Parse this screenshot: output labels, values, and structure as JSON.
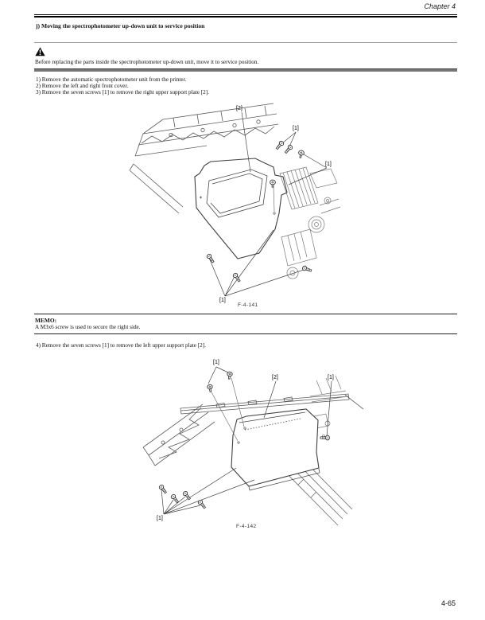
{
  "page": {
    "chapter": "Chapter 4",
    "number": "4-65"
  },
  "section": {
    "heading": "j) Moving the spectrophotometer up-down unit to service position"
  },
  "warning": {
    "text": "Before replacing the parts inside the spectrophotometer up-down unit, move it to service position."
  },
  "steps": [
    "1) Remove the automatic spectrophotometer unit from the printer.",
    "2) Remove the left and right front cover.",
    "3) Remove the seven screws [1] to remove the right upper support plate [2]."
  ],
  "figure1": {
    "caption": "F-4-141",
    "labels": {
      "part": "[2]",
      "screws_top": "[1]",
      "screws_right": "[1]",
      "screws_bottom": "[1]"
    }
  },
  "memo": {
    "title": "MEMO:",
    "text": "A M3x6 screw is used to secure the right side."
  },
  "step4": "4) Remove the seven screws [1] to remove the left upper support plate [2].",
  "figure2": {
    "caption": "F-4-142",
    "labels": {
      "screws_top": "[1]",
      "part": "[2]",
      "screw_right": "[1]",
      "screws_bottom": "[1]"
    }
  }
}
